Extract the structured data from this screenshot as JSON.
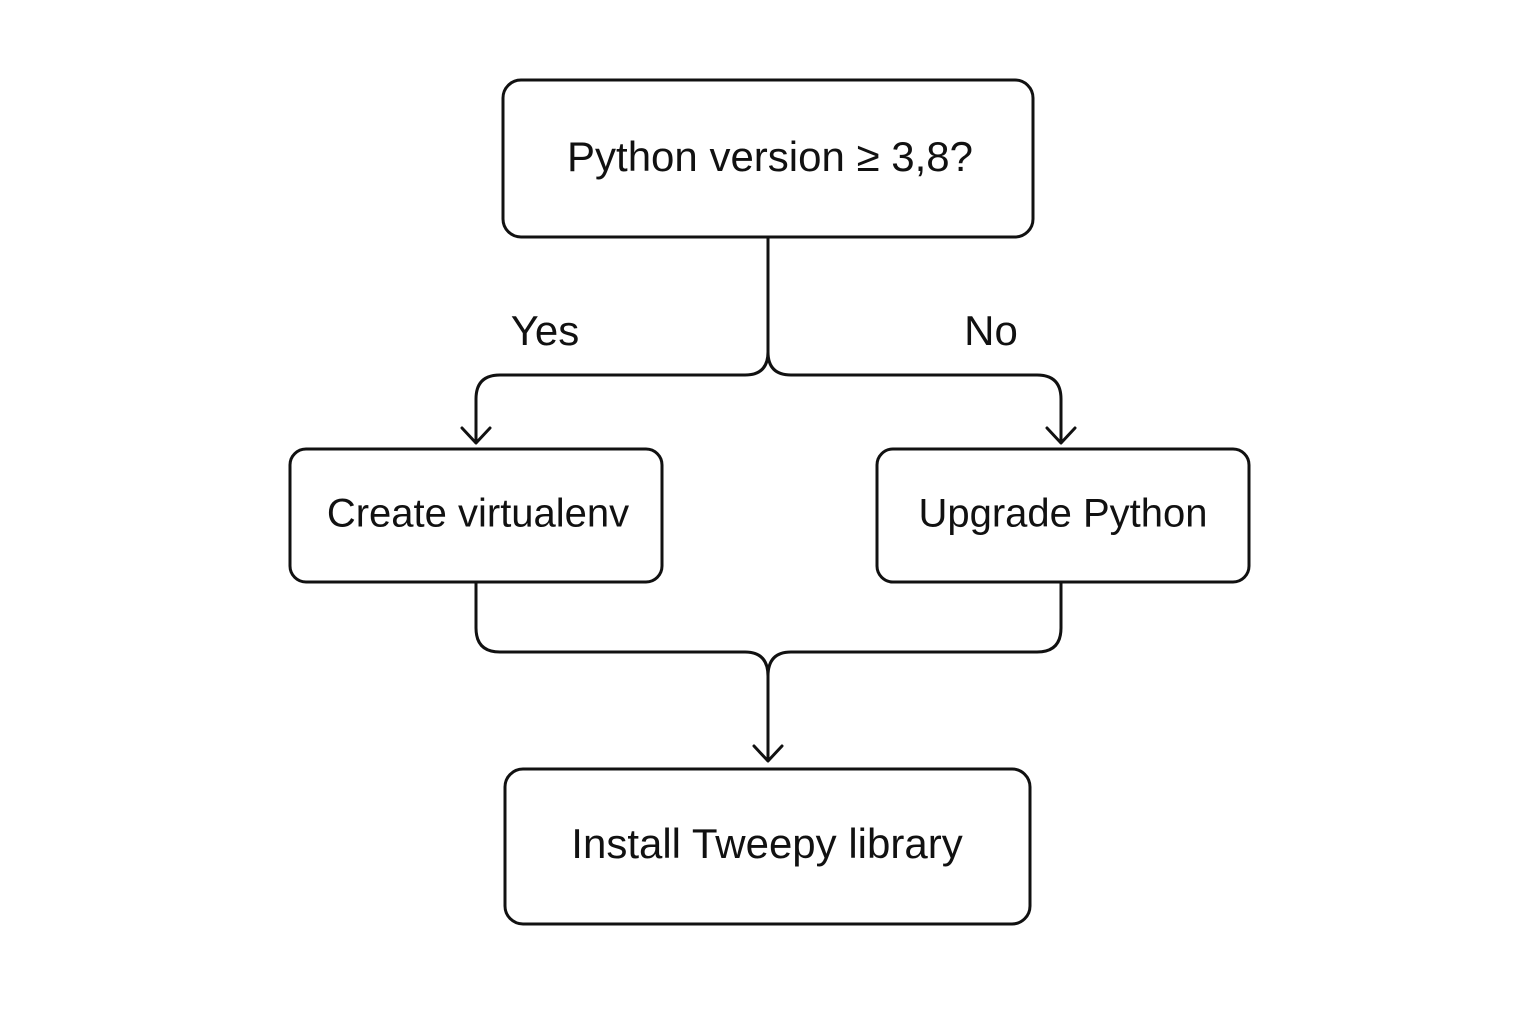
{
  "diagram": {
    "nodes": {
      "question": {
        "label": "Python version ≥ 3,8?"
      },
      "create_env": {
        "label": "Create virtualenv"
      },
      "upgrade": {
        "label": "Upgrade Python"
      },
      "install": {
        "label": "Install Tweepy library"
      }
    },
    "edges": {
      "yes": {
        "label": "Yes"
      },
      "no": {
        "label": "No"
      }
    },
    "colors": {
      "stroke": "#111111",
      "background": "#ffffff"
    }
  }
}
